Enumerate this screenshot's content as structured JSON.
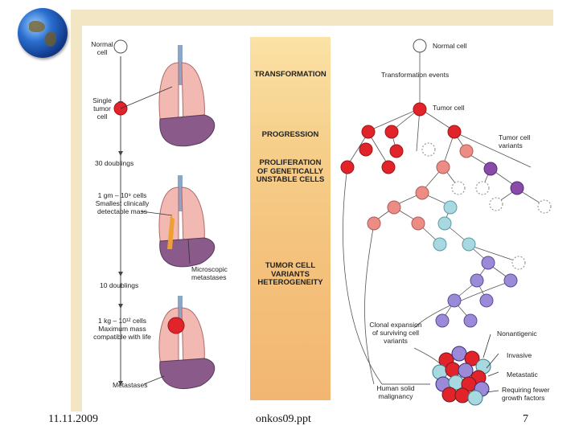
{
  "left_column": {
    "normal_cell": "Normal\ncell",
    "single_tumor_cell": "Single\ntumor\ncell",
    "doublings_1": "30 doublings",
    "mass_1": "1 gm – 10⁹ cells\nSmallest clinically\ndetectable mass",
    "micrometastases": "Microscopic\nmetastases",
    "doublings_2": "10 doublings",
    "mass_2": "1 kg – 10¹² cells\nMaximum mass\ncompatible with life",
    "metastases": "Metastases"
  },
  "stages": {
    "transformation": "TRANSFORMATION",
    "progression": "PROGRESSION",
    "proliferation": "PROLIFERATION\nOF GENETICALLY\nUNSTABLE CELLS",
    "heterogeneity": "TUMOR CELL\nVARIANTS\nHETEROGENEITY"
  },
  "right_tree": {
    "normal_cell": "Normal cell",
    "transformation_events": "Transformation events",
    "tumor_cell": "Tumor cell",
    "tumor_cell_variants": "Tumor cell\nvariants",
    "clonal_expansion": "Clonal expansion\nof surviving cell\nvariants",
    "nonantigenic": "Nonantigenic",
    "invasive": "Invasive",
    "metastatic": "Metastatic",
    "requiring_fewer": "Requiring fewer\ngrowth factors",
    "human_solid": "Human solid\nmalignancy"
  },
  "footer": {
    "date": "11.11.2009",
    "file": "onkos09.ppt",
    "page": "7"
  },
  "colors": {
    "dark_red": "#d8242b",
    "salmon": "#ec8c84",
    "light_blue": "#a8d8e0",
    "violet": "#9a8ad8",
    "purple": "#8a4aa8",
    "tumor_red": "#e0242a"
  }
}
